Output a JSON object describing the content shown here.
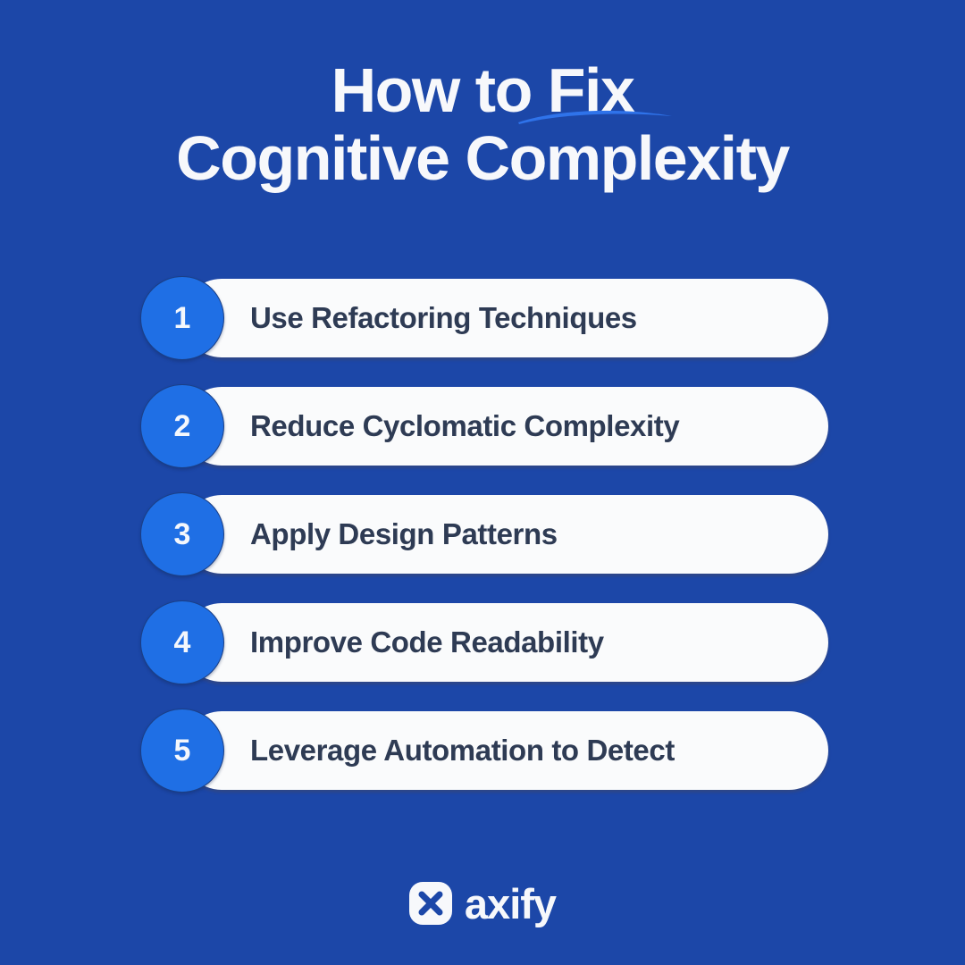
{
  "theme": {
    "background": "#1c47a8",
    "accent_blue": "#1f6fe5",
    "pill_background": "#fafbfc",
    "pill_text": "#2e3b54",
    "title_color": "#f7f8fb",
    "swoosh_color": "#2f73ea"
  },
  "title": {
    "line1": "How to Fix",
    "line2": "Cognitive Complexity"
  },
  "list": {
    "items": [
      {
        "number": "1",
        "label": "Use Refactoring Techniques"
      },
      {
        "number": "2",
        "label": "Reduce Cyclomatic Complexity"
      },
      {
        "number": "3",
        "label": "Apply Design Patterns"
      },
      {
        "number": "4",
        "label": "Improve Code Readability"
      },
      {
        "number": "5",
        "label": "Leverage Automation to Detect"
      }
    ]
  },
  "footer": {
    "logo_icon": "axify-x-mark-icon",
    "brand": "axify"
  }
}
